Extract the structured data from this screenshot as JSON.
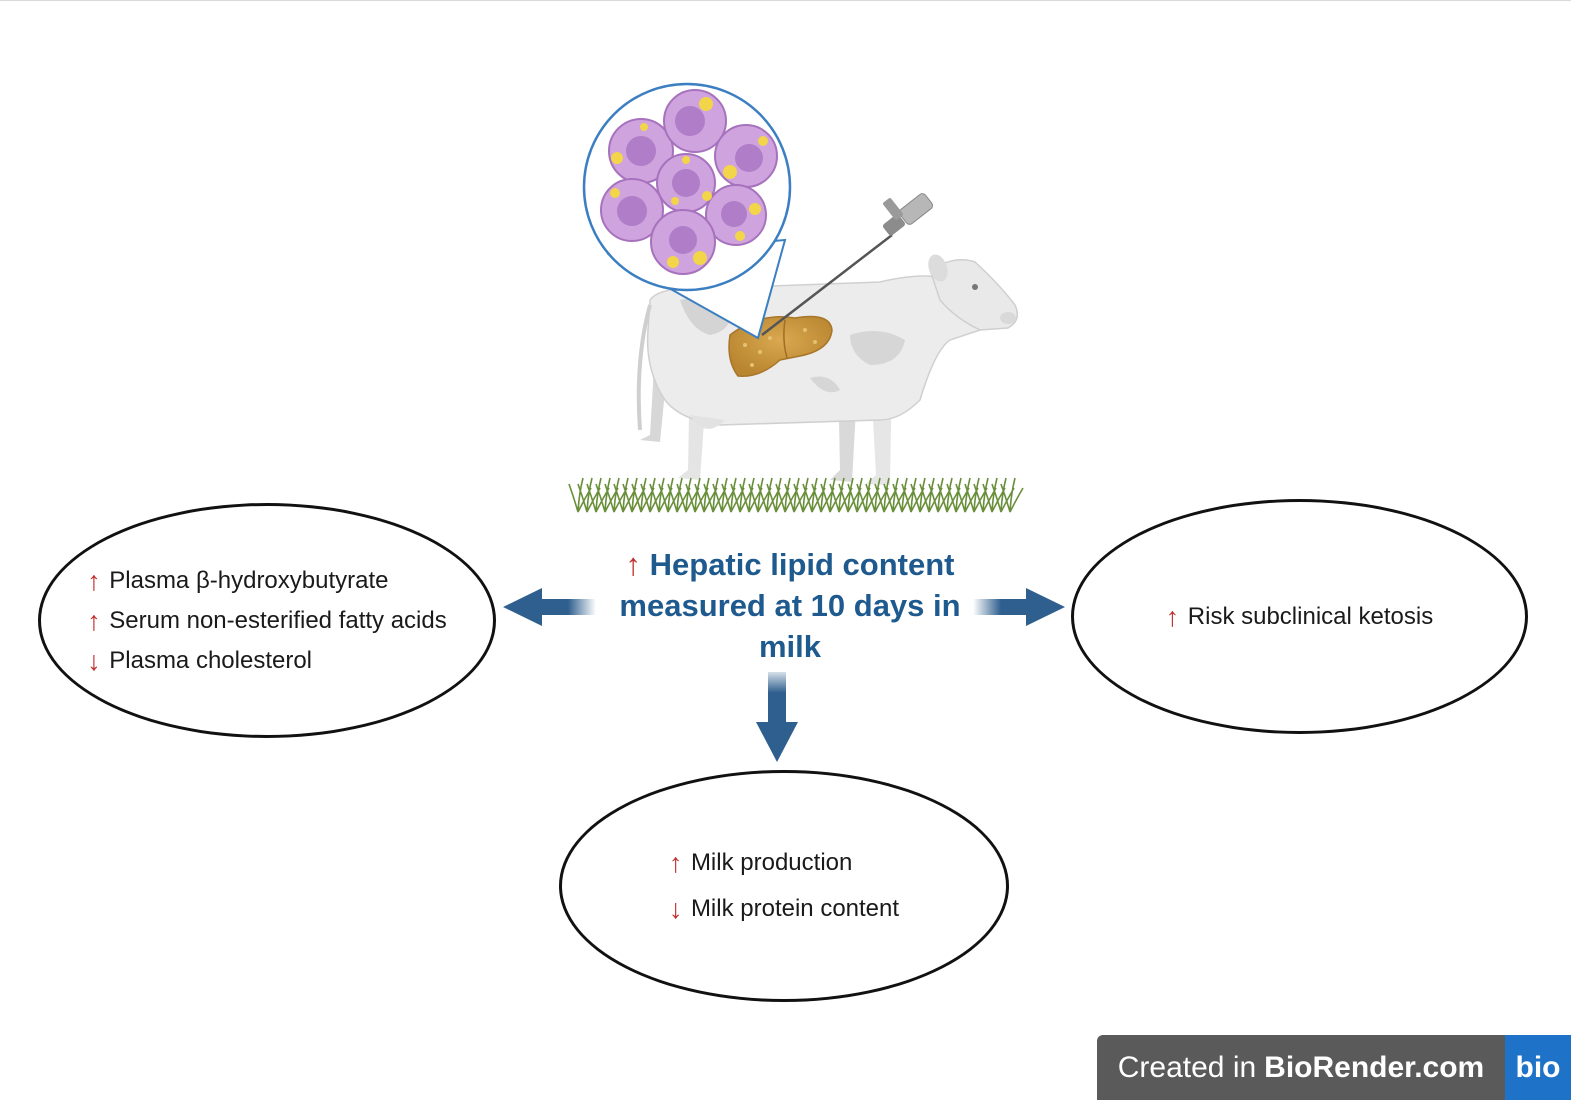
{
  "center": {
    "arrow": "↑",
    "title": "Hepatic lipid content measured at 10 days in milk"
  },
  "left_box": {
    "items": [
      {
        "arrow": "↑",
        "text": "Plasma β-hydroxybutyrate"
      },
      {
        "arrow": "↑",
        "text": "Serum non-esterified fatty acids"
      },
      {
        "arrow": "↓",
        "text": "Plasma cholesterol"
      }
    ]
  },
  "right_box": {
    "items": [
      {
        "arrow": "↑",
        "text": "Risk subclinical ketosis"
      }
    ]
  },
  "bottom_box": {
    "items": [
      {
        "arrow": "↑",
        "text": "Milk production"
      },
      {
        "arrow": "↓",
        "text": "Milk protein content"
      }
    ]
  },
  "badge": {
    "prefix": "Created in",
    "brand": "BioRender.com",
    "logo": "bio"
  },
  "colors": {
    "title_blue": "#1f5a8f",
    "arrow_red": "#c0302e",
    "flow_arrow": "#2f5f8e",
    "liver": "#c9953e",
    "cell_purple": "#c9a0dc",
    "lipid_yellow": "#f3d54a"
  },
  "icons": {
    "cow": "cow-illustration",
    "liver": "liver-icon",
    "cells": "hepatocyte-cluster-icon",
    "needle": "biopsy-needle-icon",
    "grass": "grass-icon"
  }
}
